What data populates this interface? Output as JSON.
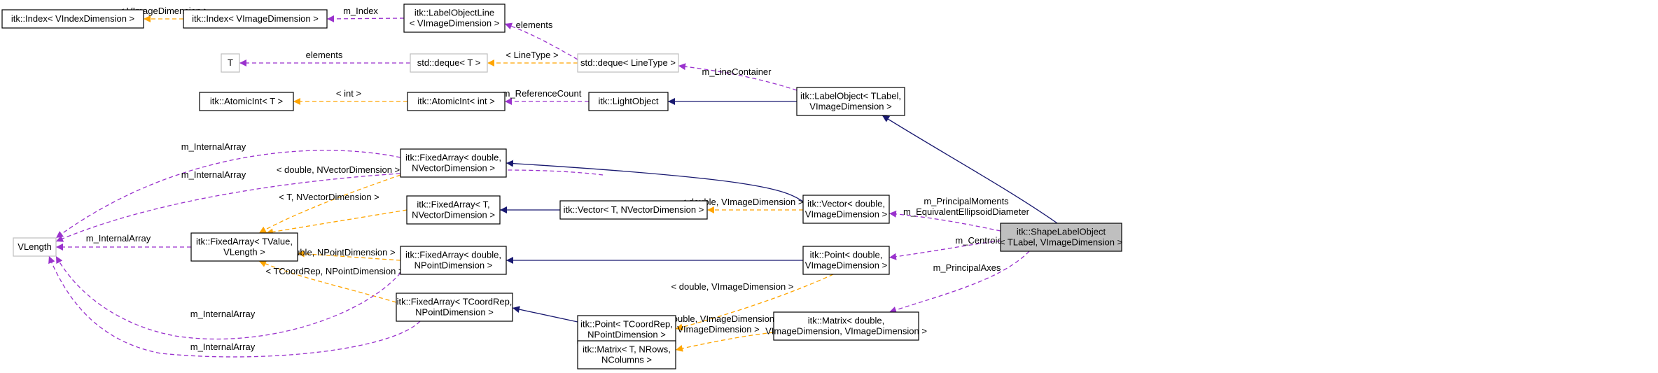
{
  "colors": {
    "inherit": "#191970",
    "template": "#ffa500",
    "usage": "#9a32cd",
    "focus_fill": "#bfbfbf",
    "gray_border": "#bfbfbf"
  },
  "nodes": {
    "index_vindex": {
      "lines": [
        "itk::Index< VIndexDimension >"
      ]
    },
    "index_vimage": {
      "lines": [
        "itk::Index< VImageDimension >"
      ]
    },
    "label_object_line": {
      "lines": [
        "itk::LabelObjectLine",
        "< VImageDimension >"
      ]
    },
    "t": {
      "lines": [
        "T"
      ]
    },
    "deque_t": {
      "lines": [
        "std::deque< T >"
      ]
    },
    "deque_linetype": {
      "lines": [
        "std::deque< LineType >"
      ]
    },
    "atomicint_t": {
      "lines": [
        "itk::AtomicInt< T >"
      ]
    },
    "atomicint_int": {
      "lines": [
        "itk::AtomicInt< int >"
      ]
    },
    "light_object": {
      "lines": [
        "itk::LightObject"
      ]
    },
    "label_object": {
      "lines": [
        "itk::LabelObject< TLabel,",
        "VImageDimension >"
      ]
    },
    "vlength": {
      "lines": [
        "VLength"
      ]
    },
    "fixedarray_tvalue": {
      "lines": [
        "itk::FixedArray< TValue,",
        "VLength >"
      ]
    },
    "fixedarray_double_nvector": {
      "lines": [
        "itk::FixedArray< double,",
        "NVectorDimension >"
      ]
    },
    "fixedarray_t_nvector": {
      "lines": [
        "itk::FixedArray< T,",
        "NVectorDimension >"
      ]
    },
    "fixedarray_double_npoint": {
      "lines": [
        "itk::FixedArray< double,",
        "NPointDimension >"
      ]
    },
    "fixedarray_tcoordrep_npoint": {
      "lines": [
        "itk::FixedArray< TCoordRep,",
        "NPointDimension >"
      ]
    },
    "vector_t_nvector": {
      "lines": [
        "itk::Vector< T, NVectorDimension >"
      ]
    },
    "vector_double_vimage": {
      "lines": [
        "itk::Vector< double,",
        "VImageDimension >"
      ]
    },
    "point_double_vimage": {
      "lines": [
        "itk::Point< double,",
        "VImageDimension >"
      ]
    },
    "point_tcoordrep_npoint": {
      "lines": [
        "itk::Point< TCoordRep,",
        "NPointDimension >"
      ]
    },
    "matrix_double": {
      "lines": [
        "itk::Matrix< double,",
        "VImageDimension, VImageDimension >"
      ]
    },
    "matrix_t": {
      "lines": [
        "itk::Matrix< T, NRows,",
        "NColumns >"
      ]
    },
    "shape_label_object": {
      "lines": [
        "itk::ShapeLabelObject",
        "< TLabel, VImageDimension >"
      ]
    }
  },
  "edges": {
    "vimage_dimension": {
      "lines": [
        "< VImageDimension >"
      ]
    },
    "m_index": {
      "lines": [
        "m_Index"
      ]
    },
    "elements_line": {
      "lines": [
        "elements"
      ]
    },
    "elements_t": {
      "lines": [
        "elements"
      ]
    },
    "line_type": {
      "lines": [
        "< LineType >"
      ]
    },
    "m_line_container": {
      "lines": [
        "m_LineContainer"
      ]
    },
    "int_arg": {
      "lines": [
        "< int >"
      ]
    },
    "m_reference_count": {
      "lines": [
        "m_ReferenceCount"
      ]
    },
    "m_internal_array_1": {
      "lines": [
        "m_InternalArray"
      ]
    },
    "m_internal_array_2": {
      "lines": [
        "m_InternalArray"
      ]
    },
    "double_nvector": {
      "lines": [
        "< double, NVectorDimension >"
      ]
    },
    "t_nvector": {
      "lines": [
        "< T, NVectorDimension >"
      ]
    },
    "m_internal_array_3": {
      "lines": [
        "m_InternalArray"
      ]
    },
    "double_npoint": {
      "lines": [
        "< double, NPointDimension >"
      ]
    },
    "tcoordrep_npoint": {
      "lines": [
        "< TCoordRep, NPointDimension >"
      ]
    },
    "m_internal_array_4": {
      "lines": [
        "m_InternalArray"
      ]
    },
    "m_internal_array_5": {
      "lines": [
        "m_InternalArray"
      ]
    },
    "double_vimage_vec": {
      "lines": [
        "< double, VImageDimension >"
      ]
    },
    "double_vimage_pt": {
      "lines": [
        "< double, VImageDimension >"
      ]
    },
    "double_vimage_mat": {
      "lines": [
        "< double, VImageDimension,",
        "VImageDimension >"
      ]
    },
    "m_principal_moments": {
      "lines": [
        "m_PrincipalMoments",
        "m_EquivalentEllipsoidDiameter"
      ]
    },
    "m_centroid": {
      "lines": [
        "m_Centroid"
      ]
    },
    "m_principal_axes": {
      "lines": [
        "m_PrincipalAxes"
      ]
    }
  }
}
